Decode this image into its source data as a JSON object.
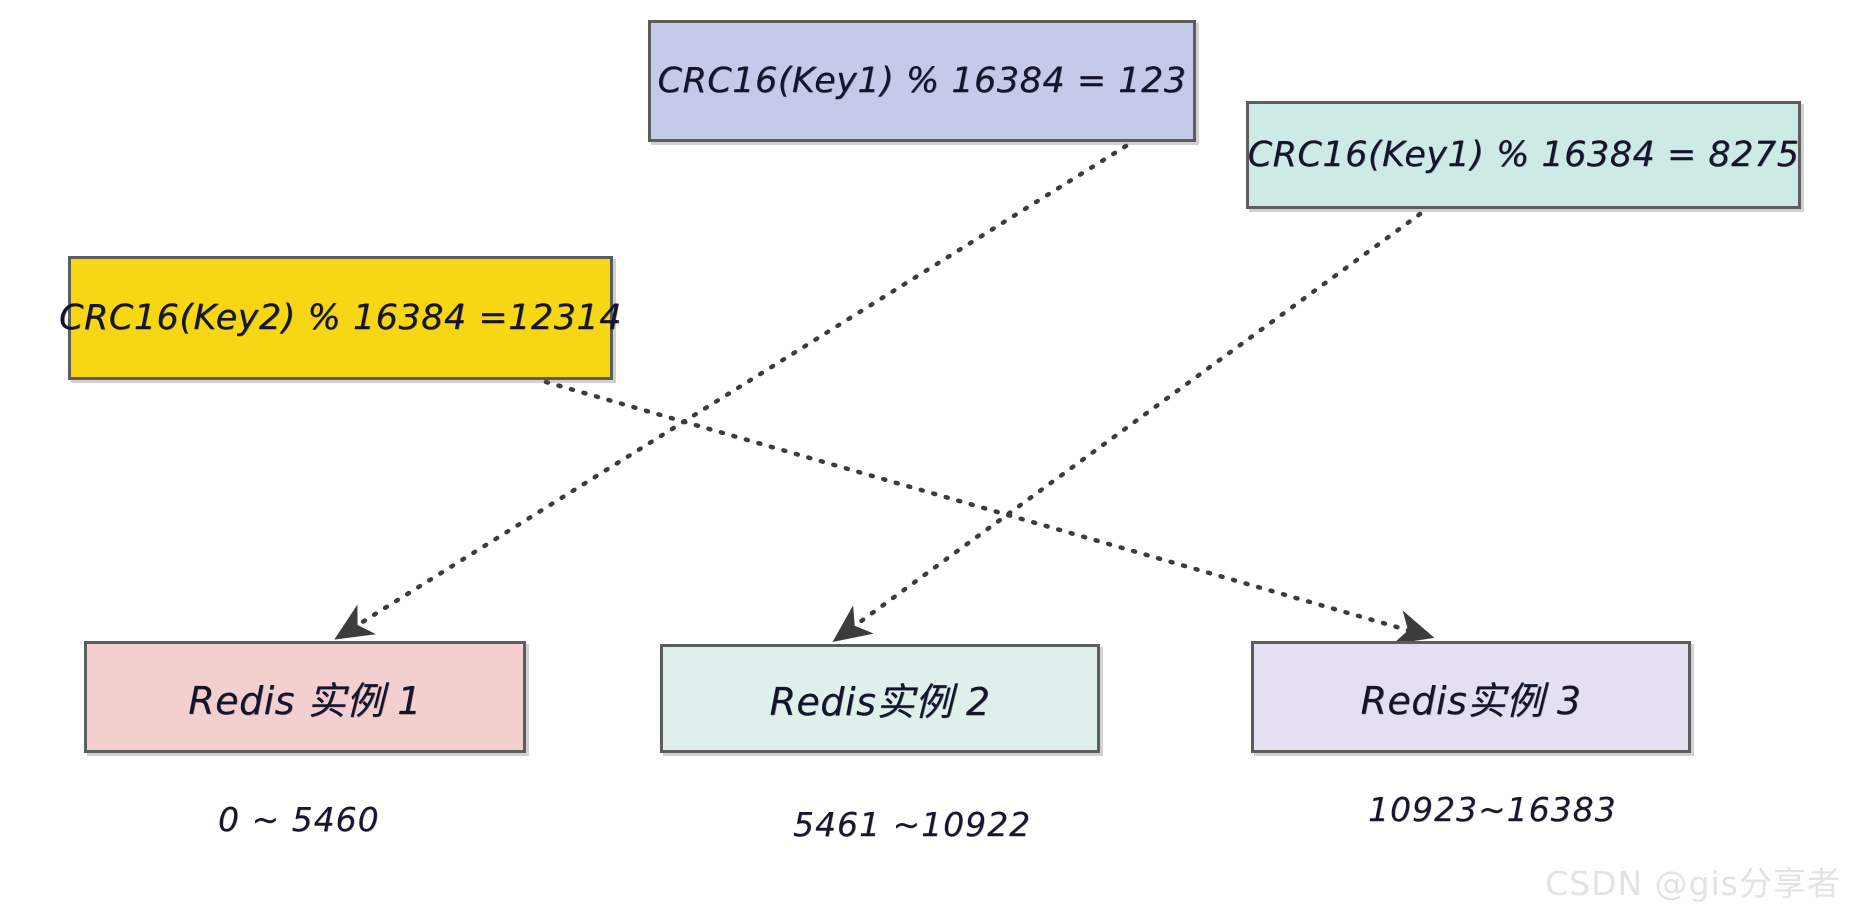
{
  "diagram": {
    "title": "Redis Cluster hash slot routing",
    "watermark": "CSDN @gis分享者",
    "colors": {
      "key1_a_fill": "#c5cae9",
      "key1_b_fill": "#cdeae6",
      "key2_fill": "#f7d713",
      "instance_1_fill": "#f3cfcf",
      "instance_2_fill": "#dff0ec",
      "instance_3_fill": "#e4e0f2",
      "border": "#5d5d5d",
      "edge": "#3c3c3c",
      "text": "#14142b"
    },
    "formula_boxes": [
      {
        "id": "key1-a",
        "label": "CRC16(Key1) % 16384 = 123"
      },
      {
        "id": "key1-b",
        "label": "CRC16(Key1) % 16384 = 8275"
      },
      {
        "id": "key2",
        "label": "CRC16(Key2) % 16384 =12314"
      }
    ],
    "instances": [
      {
        "id": "inst-1",
        "label": "Redis 实例 1",
        "range": "0 ~ 5460"
      },
      {
        "id": "inst-2",
        "label": "Redis实例 2",
        "range": "5461 ~10922"
      },
      {
        "id": "inst-3",
        "label": "Redis实例 3",
        "range": "10923~16383"
      }
    ],
    "edges": [
      {
        "from": "key1-a",
        "to": "inst-1",
        "style": "dotted-arrow"
      },
      {
        "from": "key1-b",
        "to": "inst-2",
        "style": "dotted-arrow"
      },
      {
        "from": "key2",
        "to": "inst-3",
        "style": "dotted-arrow"
      }
    ]
  }
}
